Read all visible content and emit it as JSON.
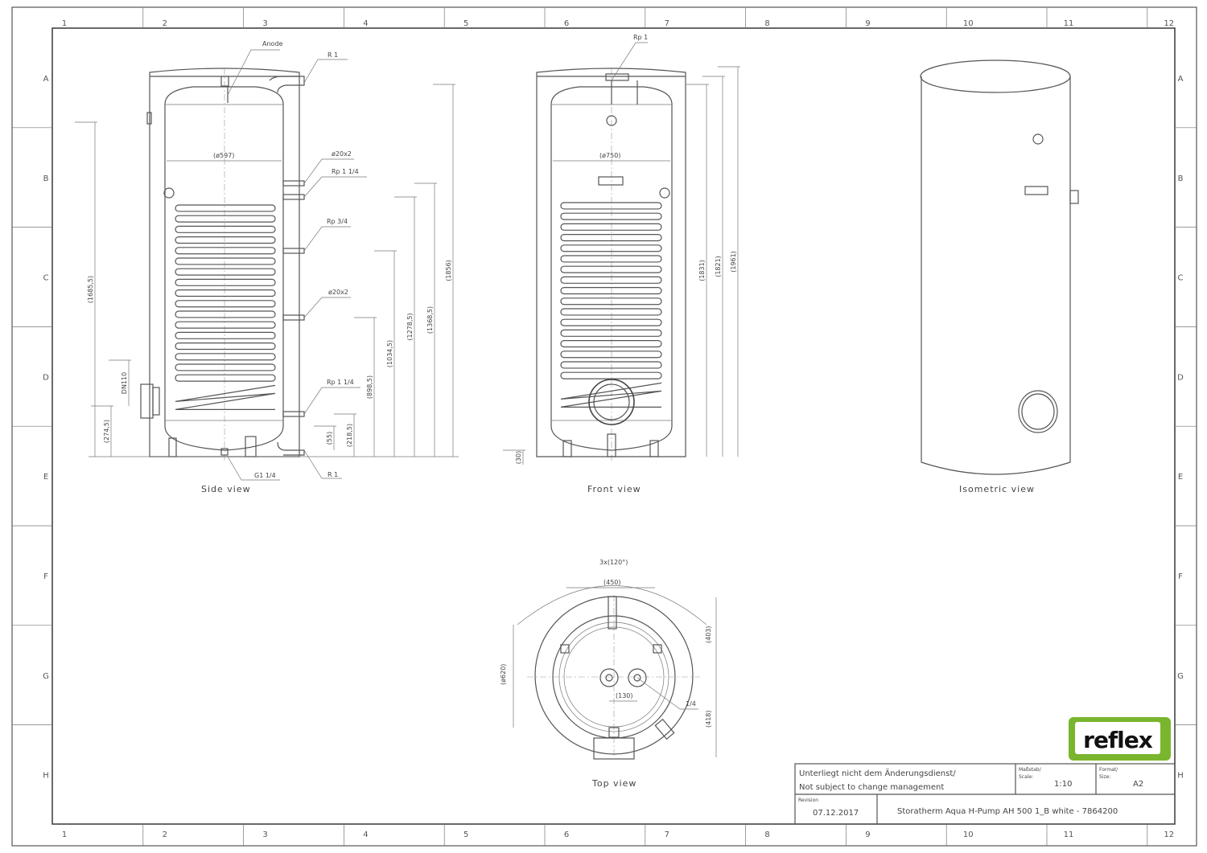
{
  "grid": {
    "columns": [
      "1",
      "2",
      "3",
      "4",
      "5",
      "6",
      "7",
      "8",
      "9",
      "10",
      "11",
      "12"
    ],
    "rows": [
      "A",
      "B",
      "C",
      "D",
      "E",
      "F",
      "G",
      "H"
    ],
    "corner_format": "A2"
  },
  "side_view": {
    "title": "Side view",
    "callouts": [
      "Anode",
      "R 1",
      "ø20x2",
      "Rp 1 1/4",
      "Rp 3/4",
      "ø20x2",
      "Rp 1 1/4",
      "R 1",
      "G1 1/4"
    ],
    "dimensions": {
      "diameter": "(ø597)",
      "height_left": "(1685,5)",
      "flange_height": "(274,5)",
      "flange_dn": "DN110",
      "d1856": "(1856)",
      "d1368": "(1368,5)",
      "d1278": "(1278,5)",
      "d1034": "(1034,5)",
      "d898": "(898,5)",
      "d218": "(218,5)",
      "d55": "(55)"
    }
  },
  "front_view": {
    "title": "Front view",
    "callout": "Rp 1",
    "dimensions": {
      "diameter": "(ø750)",
      "d1831": "(1831)",
      "d1821": "(1821)",
      "d1961": "(1961)",
      "d30": "(30)"
    }
  },
  "isometric_view": {
    "title": "Isometric view"
  },
  "top_view": {
    "title": "Top view",
    "dimensions": {
      "angle": "3x(120°)",
      "d450": "(450)",
      "d620": "(ø620)",
      "d403": "(403)",
      "d130": "(130)",
      "d418": "(418)",
      "callout": "1/4"
    }
  },
  "logo": {
    "text": "reflex",
    "color": "#7ab52e"
  },
  "title_block": {
    "notice_de": "Unterliegt nicht dem Änderungsdienst/",
    "notice_en": "Not subject to change management",
    "scale_label_de": "Maßstab/",
    "scale_label_en": "Scale:",
    "scale": "1:10",
    "format_label_de": "Format/",
    "format_label_en": "Size:",
    "format": "A2",
    "revision_label": "Revision",
    "revision": "07.12.2017",
    "product": "Storatherm Aqua H-Pump AH 500 1_B white - 7864200"
  }
}
